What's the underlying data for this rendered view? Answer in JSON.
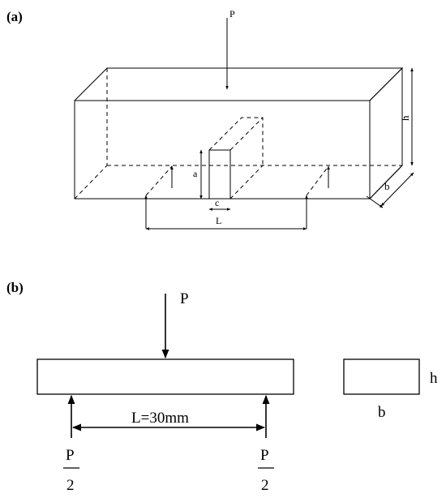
{
  "panel_a": {
    "label": "(a)",
    "load": "P",
    "height": "h",
    "width": "b",
    "notch_depth": "a",
    "notch_width": "c",
    "span": "L"
  },
  "panel_b": {
    "label": "(b)",
    "load": "P",
    "span": "L=30mm",
    "support_left_num": "P",
    "support_left_den": "2",
    "support_right_num": "P",
    "support_right_den": "2",
    "section_height": "h",
    "section_width": "b"
  }
}
